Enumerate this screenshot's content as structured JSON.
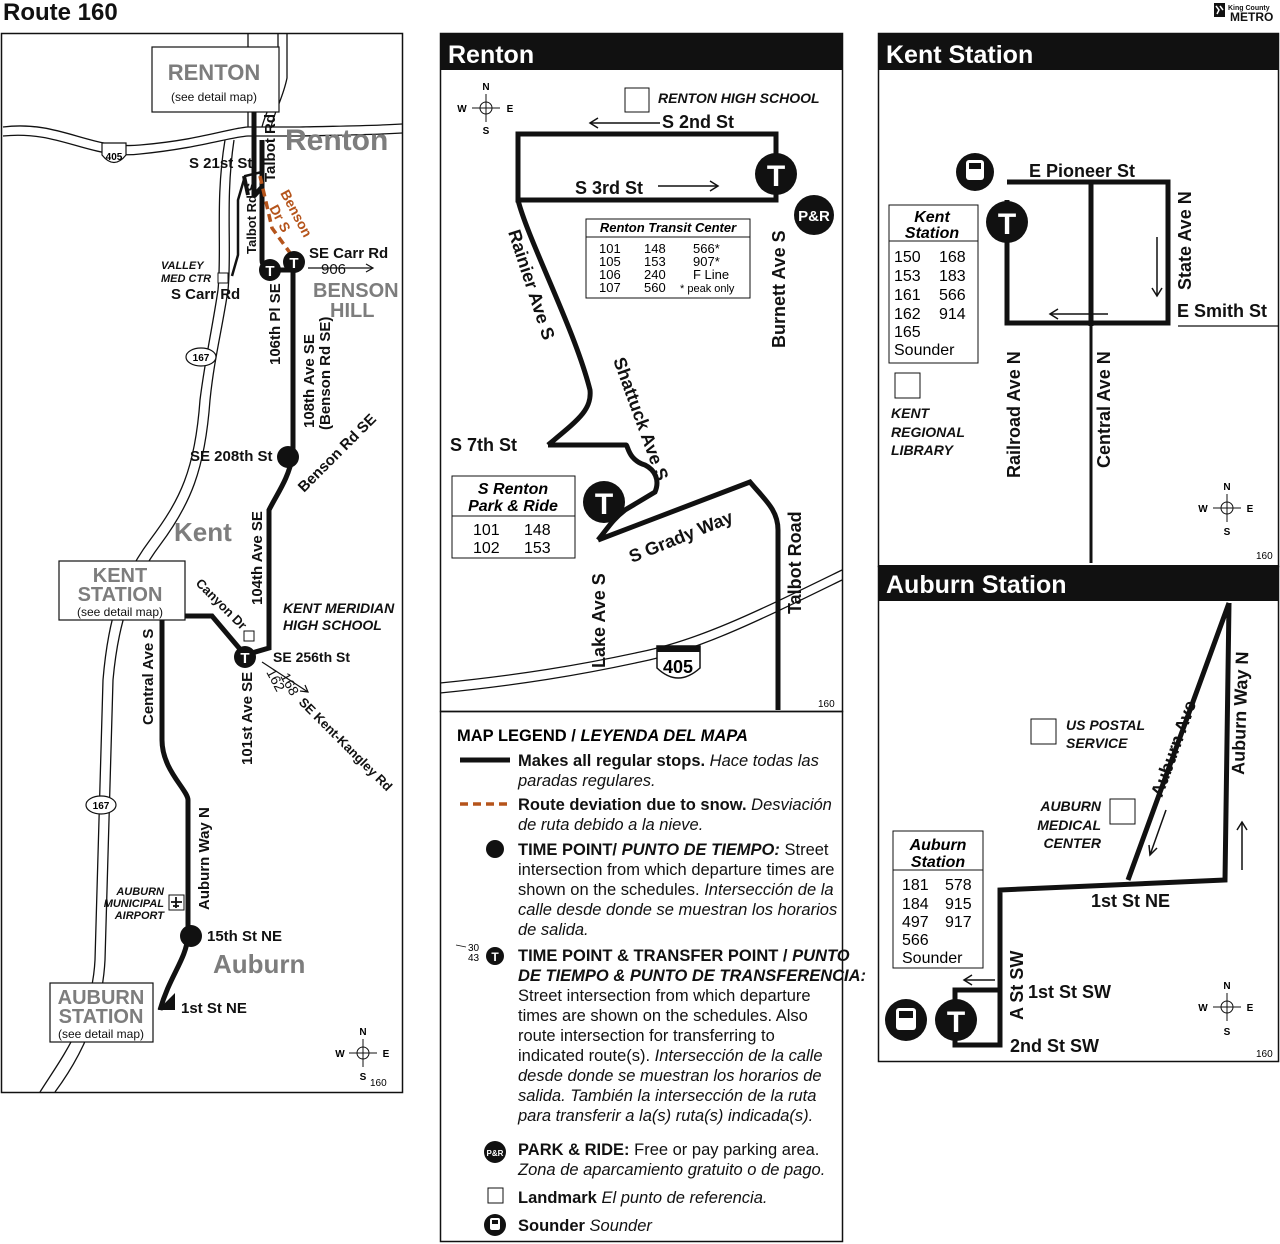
{
  "title": "Route 160",
  "logo": {
    "line1": "King County",
    "line2": "METRO"
  },
  "overview": {
    "renton_box": {
      "title": "RENTON",
      "sub": "(see detail map)"
    },
    "kent_box": {
      "title1": "KENT",
      "title2": "STATION",
      "sub": "(see detail map)"
    },
    "auburn_box": {
      "title1": "AUBURN",
      "title2": "STATION",
      "sub": "(see detail map)"
    },
    "cities": {
      "renton": "Renton",
      "benson1": "BENSON",
      "benson2": "HILL",
      "kent": "Kent",
      "auburn": "Auburn"
    },
    "highways": {
      "i405": "405",
      "sr167a": "167",
      "sr167b": "167"
    },
    "streets": {
      "s21st": "S 21st St",
      "talbot_rd": "Talbot Rd",
      "talbot_rd_s": "Talbot Rd S",
      "benson_dr1": "Benson",
      "benson_dr2": "Dr S",
      "se_carr": "SE Carr Rd",
      "r906": "906",
      "s_carr": "S Carr Rd",
      "valley1": "VALLEY",
      "valley2": "MED CTR",
      "pl106": "106th Pl SE",
      "ave108a": "108th Ave SE",
      "ave108b": "(Benson Rd SE)",
      "se208": "SE 208th St",
      "benson_rd": "Benson Rd SE",
      "ave104": "104th Ave SE",
      "canyon": "Canyon Dr",
      "kent_mer1": "KENT MERIDIAN",
      "kent_mer2": "HIGH SCHOOL",
      "se256": "SE 256th St",
      "r162": "162",
      "r168": "168",
      "kangley": "SE Kent-Kangley Rd",
      "ave101": "101st Ave SE",
      "central_s": "Central Ave S",
      "auburn_way": "Auburn Way N",
      "airport1": "AUBURN",
      "airport2": "MUNICIPAL",
      "airport3": "AIRPORT",
      "st15ne": "15th St NE",
      "st1ne": "1st St NE"
    },
    "compass": {
      "n": "N",
      "s": "S",
      "e": "E",
      "w": "W"
    },
    "page_no": "160"
  },
  "renton_panel": {
    "header": "Renton",
    "streets": {
      "s2nd": "S 2nd St",
      "s3rd": "S 3rd St",
      "rainier": "Rainier Ave S",
      "shattuck": "Shattuck Ave S",
      "s7th": "S 7th St",
      "lake": "Lake Ave S",
      "grady": "S Grady Way",
      "talbot": "Talbot Road",
      "burnett": "Burnett Ave S",
      "i405": "405"
    },
    "landmark": "RENTON HIGH SCHOOL",
    "pr": "P&R",
    "rtc": {
      "title": "Renton Transit Center",
      "col1": [
        "101",
        "105",
        "106",
        "107"
      ],
      "col2": [
        "148",
        "153",
        "240",
        "560"
      ],
      "col3": [
        "566*",
        "907*",
        "F Line",
        "* peak only"
      ]
    },
    "srpr": {
      "title1": "S Renton",
      "title2": "Park & Ride",
      "col1": [
        "101",
        "102"
      ],
      "col2": [
        "148",
        "153"
      ]
    },
    "compass": {
      "n": "N",
      "s": "S",
      "e": "E",
      "w": "W"
    },
    "page_no": "160"
  },
  "legend": {
    "title": "MAP LEGEND / ",
    "title_es": "LEYENDA DEL MAPA",
    "stops_b": "Makes all regular stops.",
    "stops_i1": "Hace todas las",
    "stops_i2": "paradas regulares.",
    "dev_b": "Route deviation due to snow.",
    "dev_i1": "Desviación",
    "dev_i2": "de ruta debido a la nieve.",
    "tp_b": "TIME POINT/",
    "tp_bi": "PUNTO DE TIEMPO:",
    "tp_r": "Street",
    "tp_lines": [
      "intersection from which departure times are",
      "shown on the schedules."
    ],
    "tp_i1": "Intersección de la",
    "tp_i2": [
      "calle desde donde se muestran los horarios",
      "de salida."
    ],
    "tt_routes": [
      "30",
      "43"
    ],
    "tt_b1": "TIME POINT & TRANSFER POINT /",
    "tt_bi1": "PUNTO",
    "tt_bi2": "DE TIEMPO & PUNTO DE TRANSFERENCIA:",
    "tt_lines": [
      "Street intersection from which departure",
      "times are shown on the schedules. Also",
      "route intersection for transferring to",
      "indicated route(s)."
    ],
    "tt_i1": "Intersección de la calle",
    "tt_i2": [
      "desde donde se muestran los horarios de",
      "salida. También la intersección de la ruta",
      "para transferir a la(s) ruta(s) indicada(s)."
    ],
    "pr_icon": "P&R",
    "pr_b": "PARK & RIDE:",
    "pr_r": "Free or pay parking area.",
    "pr_i": "Zona de aparcamiento gratuito o de pago.",
    "lm_b": "Landmark",
    "lm_i": "El punto de referencia.",
    "snd_b": "Sounder",
    "snd_i": "Sounder"
  },
  "kent_panel": {
    "header": "Kent Station",
    "streets": {
      "pioneer": "E Pioneer St",
      "smith": "E Smith St",
      "state": "State Ave N",
      "railroad": "Railroad Ave N",
      "central": "Central Ave N"
    },
    "box": {
      "title1": "Kent",
      "title2": "Station",
      "col1": [
        "150",
        "153",
        "161",
        "162",
        "165",
        "Sounder"
      ],
      "col2": [
        "168",
        "183",
        "566",
        "914"
      ]
    },
    "library": [
      "KENT",
      "REGIONAL",
      "LIBRARY"
    ],
    "compass": {
      "n": "N",
      "s": "S",
      "e": "E",
      "w": "W"
    },
    "page_no": "160"
  },
  "auburn_panel": {
    "header": "Auburn Station",
    "streets": {
      "auburn_ave": "Auburn Ave",
      "auburn_way": "Auburn Way N",
      "st1ne": "1st St NE",
      "ast": "A St SW",
      "st1sw": "1st St SW",
      "st2sw": "2nd St SW"
    },
    "postal": [
      "US POSTAL",
      "SERVICE"
    ],
    "medical": [
      "AUBURN",
      "MEDICAL",
      "CENTER"
    ],
    "box": {
      "title1": "Auburn",
      "title2": "Station",
      "col1": [
        "181",
        "184",
        "497",
        "566",
        "Sounder"
      ],
      "col2": [
        "578",
        "915",
        "917"
      ]
    },
    "compass": {
      "n": "N",
      "s": "S",
      "e": "E",
      "w": "W"
    },
    "page_no": "160"
  }
}
